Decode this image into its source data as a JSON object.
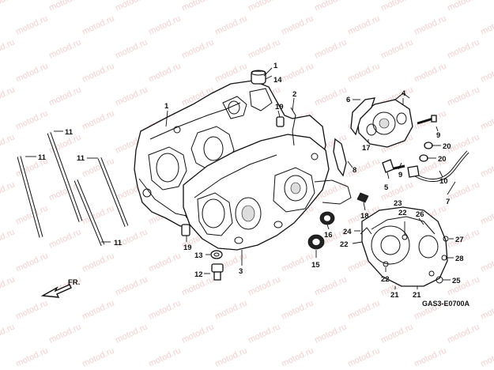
{
  "watermark": "motod.ru",
  "diagram_code": "GAS3-E0700A",
  "direction_label": "FR.",
  "callouts": [
    {
      "id": "c1",
      "text": "1"
    },
    {
      "id": "c1b",
      "text": "1"
    },
    {
      "id": "c14",
      "text": "14"
    },
    {
      "id": "c2",
      "text": "2"
    },
    {
      "id": "c19a",
      "text": "19"
    },
    {
      "id": "c19b",
      "text": "19"
    },
    {
      "id": "c11a",
      "text": "11"
    },
    {
      "id": "c11b",
      "text": "11"
    },
    {
      "id": "c11c",
      "text": "11"
    },
    {
      "id": "c11d",
      "text": "11"
    },
    {
      "id": "c3",
      "text": "3"
    },
    {
      "id": "c12",
      "text": "12"
    },
    {
      "id": "c13",
      "text": "13"
    },
    {
      "id": "c15",
      "text": "15"
    },
    {
      "id": "c16",
      "text": "16"
    },
    {
      "id": "c18",
      "text": "18"
    },
    {
      "id": "c4",
      "text": "4"
    },
    {
      "id": "c6",
      "text": "6"
    },
    {
      "id": "c17",
      "text": "17"
    },
    {
      "id": "c9a",
      "text": "9"
    },
    {
      "id": "c9b",
      "text": "9"
    },
    {
      "id": "c20a",
      "text": "20"
    },
    {
      "id": "c20b",
      "text": "20"
    },
    {
      "id": "c8",
      "text": "8"
    },
    {
      "id": "c5",
      "text": "5"
    },
    {
      "id": "c10",
      "text": "10"
    },
    {
      "id": "c7",
      "text": "7"
    },
    {
      "id": "c23",
      "text": "23"
    },
    {
      "id": "c22a",
      "text": "22"
    },
    {
      "id": "c22b",
      "text": "22"
    },
    {
      "id": "c22c",
      "text": "22"
    },
    {
      "id": "c24",
      "text": "24"
    },
    {
      "id": "c26",
      "text": "26"
    },
    {
      "id": "c27",
      "text": "27"
    },
    {
      "id": "c28",
      "text": "28"
    },
    {
      "id": "c25",
      "text": "25"
    },
    {
      "id": "c21a",
      "text": "21"
    },
    {
      "id": "c21b",
      "text": "21"
    }
  ]
}
